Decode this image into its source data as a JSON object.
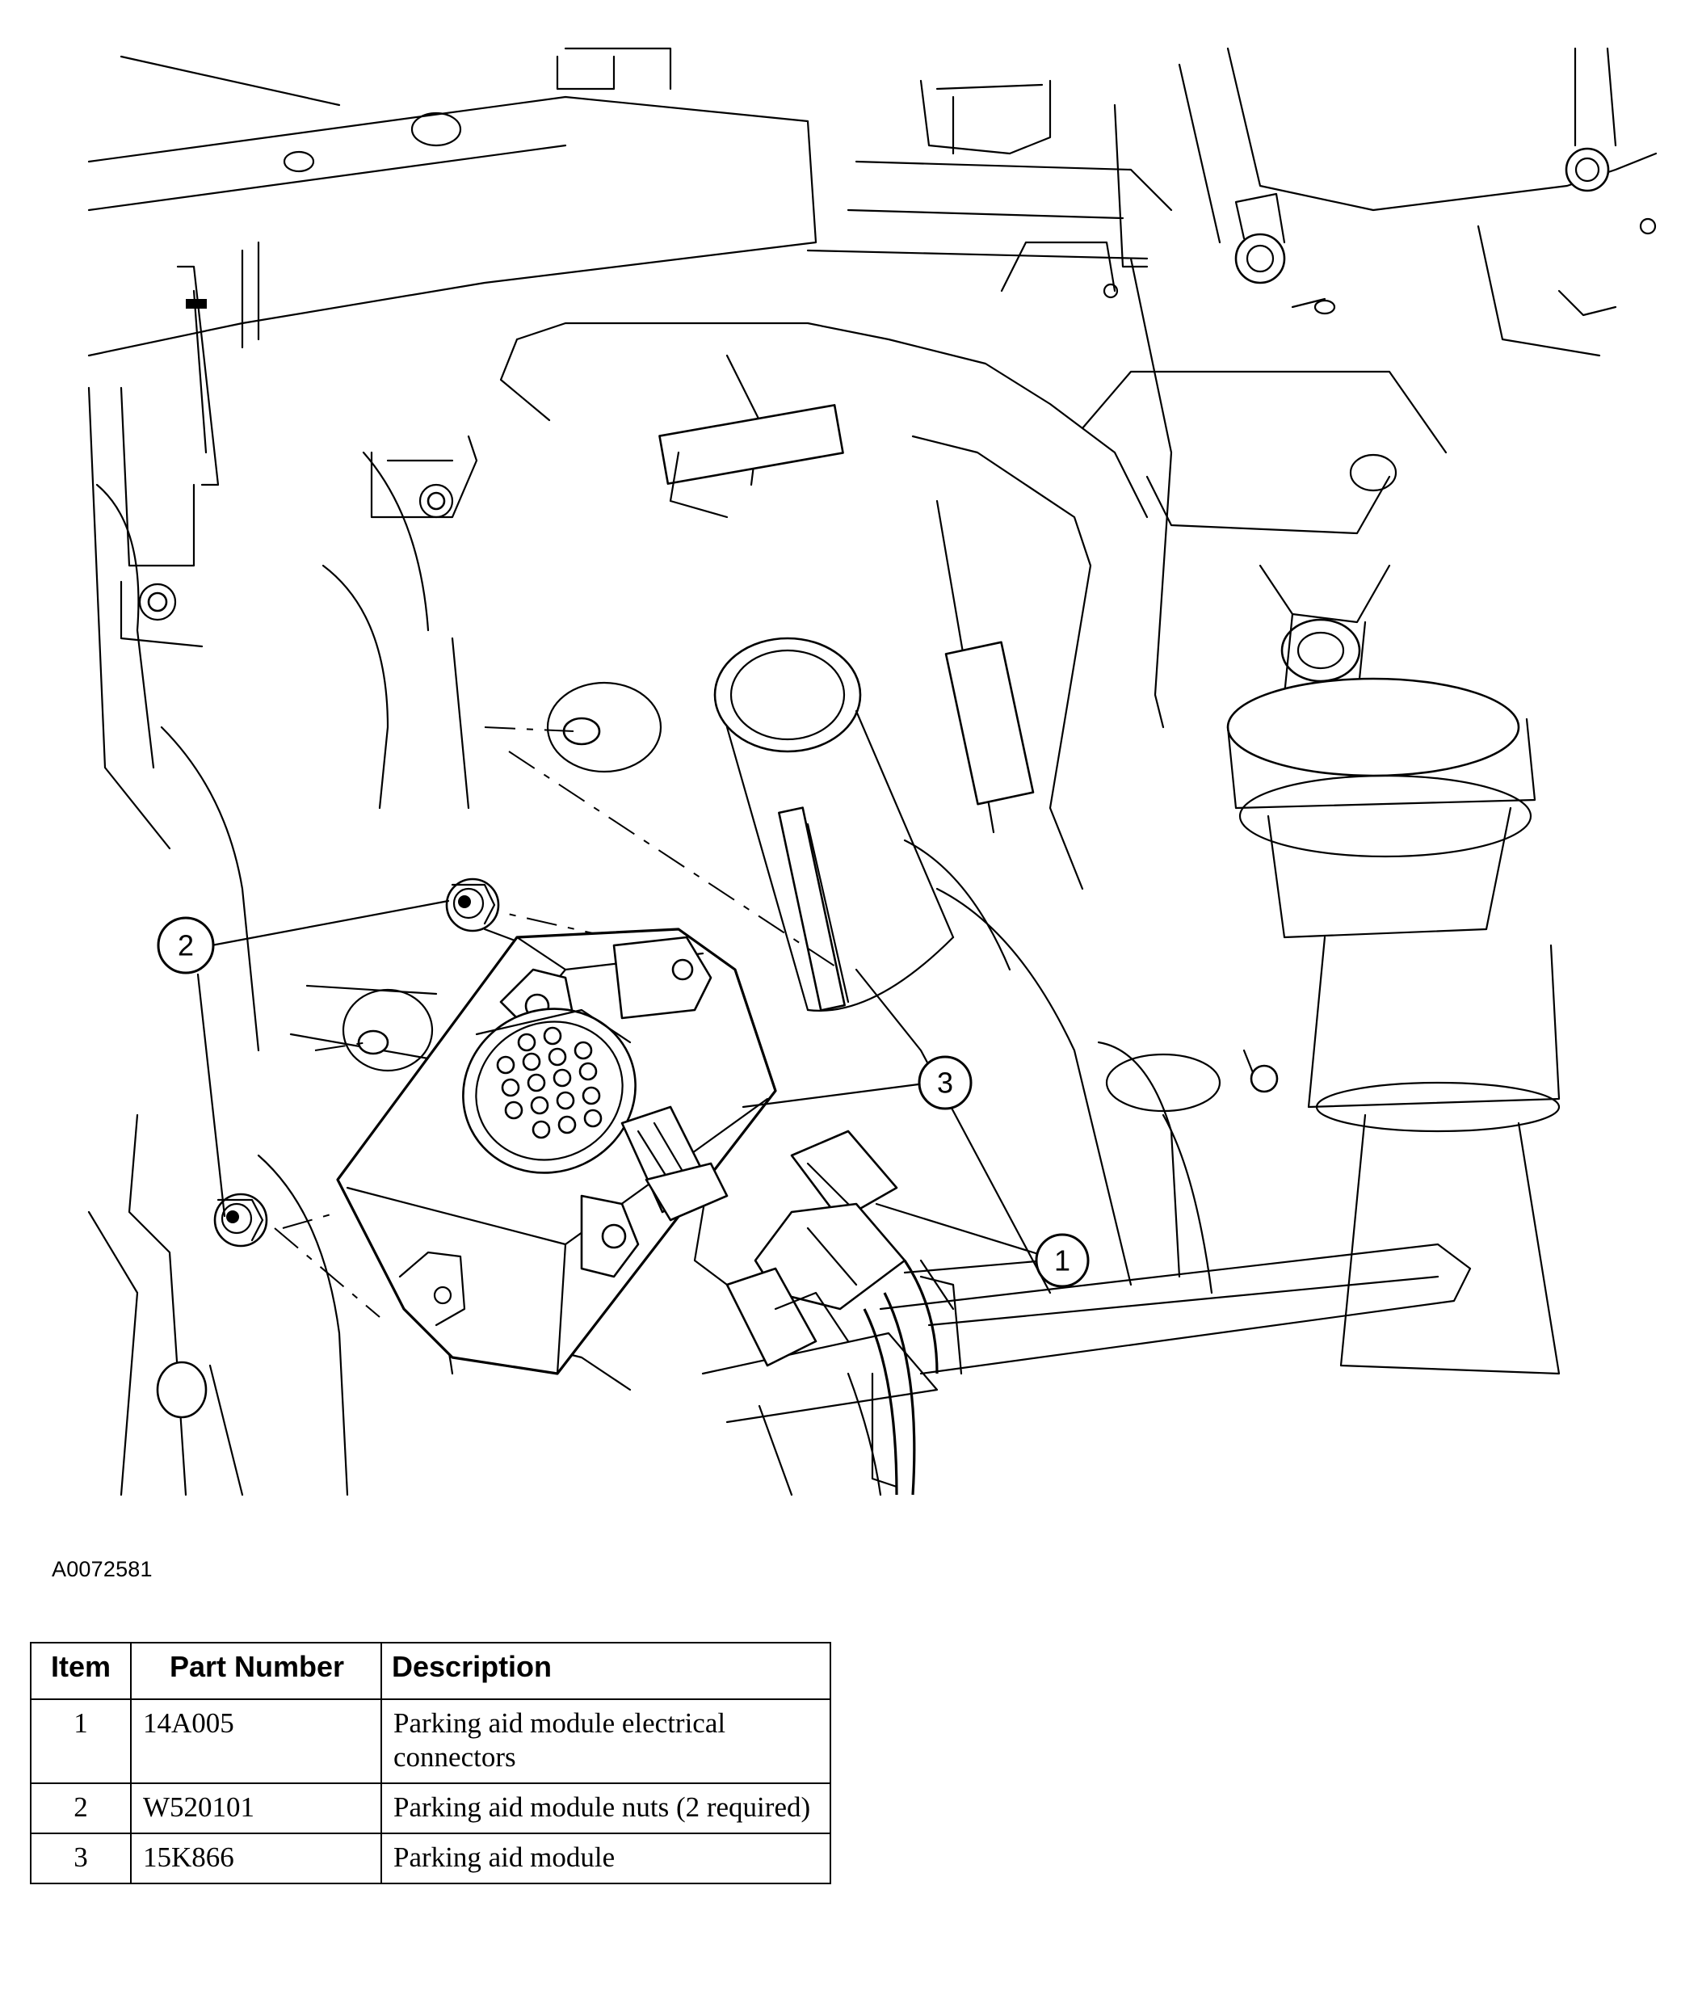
{
  "figure": {
    "id_label": "A0072581",
    "callouts": [
      "1",
      "2",
      "3"
    ]
  },
  "table": {
    "headers": {
      "item": "Item",
      "part_number": "Part Number",
      "description": "Description"
    },
    "rows": [
      {
        "item": "1",
        "part_number": "14A005",
        "description": "Parking aid module electrical connectors"
      },
      {
        "item": "2",
        "part_number": "W520101",
        "description": "Parking aid module nuts (2 required)"
      },
      {
        "item": "3",
        "part_number": "15K866",
        "description": "Parking aid module"
      }
    ]
  }
}
